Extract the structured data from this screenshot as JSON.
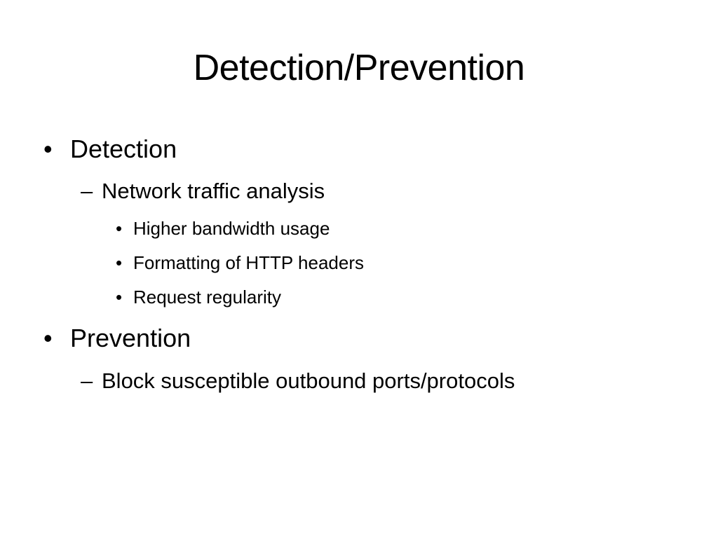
{
  "slide": {
    "title": "Detection/Prevention",
    "bullets": [
      {
        "marker": "•",
        "text": "Detection",
        "sub": [
          {
            "marker": "–",
            "text": "Network traffic analysis",
            "sub": [
              {
                "marker": "•",
                "text": "Higher bandwidth usage"
              },
              {
                "marker": "•",
                "text": "Formatting of HTTP headers"
              },
              {
                "marker": "•",
                "text": "Request regularity"
              }
            ]
          }
        ]
      },
      {
        "marker": "•",
        "text": "Prevention",
        "sub": [
          {
            "marker": "–",
            "text": "Block susceptible outbound ports/protocols"
          }
        ]
      }
    ]
  }
}
